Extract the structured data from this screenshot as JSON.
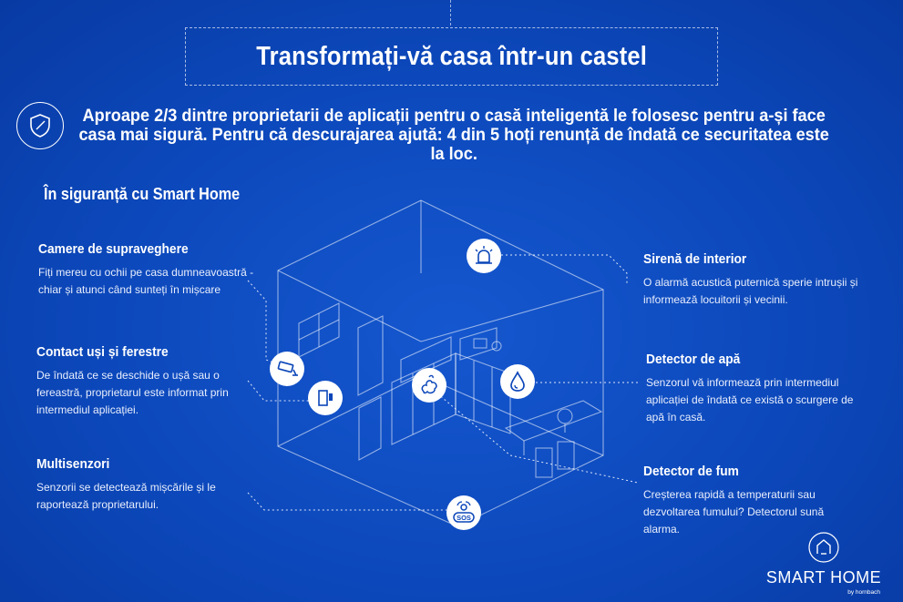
{
  "title": "Transformați-vă casa într-un castel",
  "intro": "Aproape 2/3 dintre proprietarii de aplicații pentru o casă inteligentă le folosesc pentru a-și face casa mai sigură. Pentru că descurajarea ajută: 4 din 5 hoți renunță de îndată ce securitatea este la loc.",
  "subtitle": "În siguranță cu Smart Home",
  "features": {
    "cameras": {
      "title": "Camere de supraveghere",
      "text": "Fiți mereu cu ochii pe casa dumneavoastră - chiar și atunci când sunteți în mișcare"
    },
    "contacts": {
      "title": "Contact uși și ferestre",
      "text": "De îndată ce se deschide o ușă sau o fereastră, proprietarul este informat prin intermediul aplicației."
    },
    "multisensor": {
      "title": "Multisenzori",
      "text": "Senzorii se detectează mișcările și le raportează proprietarului."
    },
    "siren": {
      "title": "Sirenă de interior",
      "text": "O alarmă acustică puternică sperie intrușii și informează locuitorii și vecinii."
    },
    "water": {
      "title": "Detector de apă",
      "text": "Senzorul vă informează prin intermediul aplicației de îndată ce există o scurgere de apă în casă."
    },
    "smoke": {
      "title": "Detector de fum",
      "text": "Creșterea rapidă a temperaturii sau dezvoltarea fumului? Detectorul sună alarma."
    }
  },
  "sos_label": "SOS",
  "logo": {
    "brand": "SMART HOME",
    "by": "by hornbach"
  },
  "colors": {
    "background": "#0b46b9",
    "text": "#ffffff",
    "line": "#ffffff"
  }
}
